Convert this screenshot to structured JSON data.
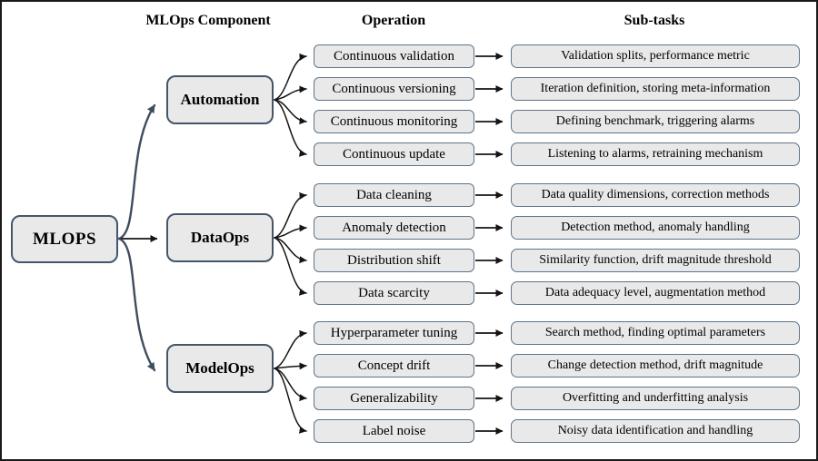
{
  "header": {
    "component": "MLOps Component",
    "operation": "Operation",
    "subtasks": "Sub-tasks"
  },
  "root": {
    "label": "MLOPS"
  },
  "groups": [
    {
      "component": "Automation",
      "rows": [
        {
          "operation": "Continuous validation",
          "subtask": "Validation splits, performance metric"
        },
        {
          "operation": "Continuous versioning",
          "subtask": "Iteration definition, storing meta-information"
        },
        {
          "operation": "Continuous monitoring",
          "subtask": "Defining benchmark, triggering alarms"
        },
        {
          "operation": "Continuous update",
          "subtask": "Listening to alarms, retraining mechanism"
        }
      ]
    },
    {
      "component": "DataOps",
      "rows": [
        {
          "operation": "Data cleaning",
          "subtask": "Data quality dimensions, correction methods"
        },
        {
          "operation": "Anomaly detection",
          "subtask": "Detection method, anomaly handling"
        },
        {
          "operation": "Distribution shift",
          "subtask": "Similarity function,  drift magnitude threshold"
        },
        {
          "operation": "Data scarcity",
          "subtask": "Data adequacy level, augmentation method"
        }
      ]
    },
    {
      "component": "ModelOps",
      "rows": [
        {
          "operation": "Hyperparameter tuning",
          "subtask": "Search method, finding optimal parameters"
        },
        {
          "operation": "Concept drift",
          "subtask": "Change detection method, drift magnitude"
        },
        {
          "operation": "Generalizability",
          "subtask": "Overfitting and underfitting analysis"
        },
        {
          "operation": "Label noise",
          "subtask": "Noisy data identification and handling"
        }
      ]
    }
  ],
  "colors": {
    "box-fill": "#e9e9e9",
    "box-border": "#5e7488",
    "component-border": "#44566a",
    "arrow-black": "#141414",
    "arrow-slate": "#3e4d5f",
    "text": "#000000",
    "frame": "#1a1a1a"
  }
}
